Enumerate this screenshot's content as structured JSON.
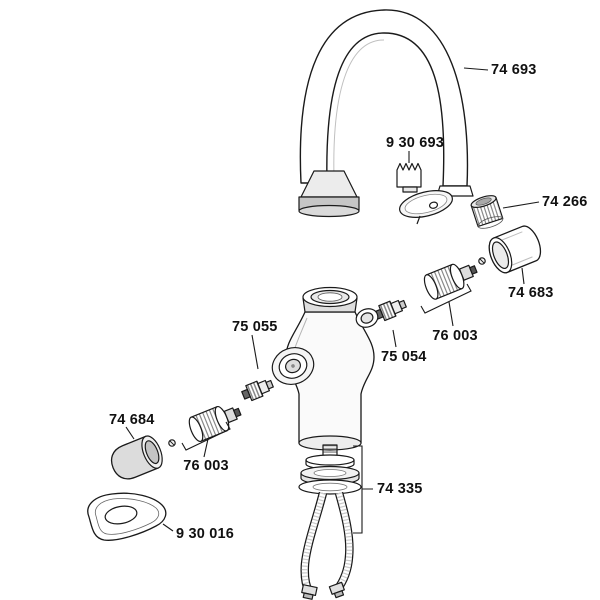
{
  "diagram": {
    "background": "#ffffff",
    "line_color": "#1a1a1a",
    "labels": {
      "spout": "74 693",
      "handle_part": "9 30 693",
      "aerator": "74 266",
      "sleeve": "74 683",
      "cartridge_right": "76 003",
      "spindle_right": "75 054",
      "spindle_left": "75 055",
      "handle_cap": "74 684",
      "cartridge_left": "76 003",
      "base_plate": "9 30 016",
      "mounting_set": "74 335"
    }
  }
}
